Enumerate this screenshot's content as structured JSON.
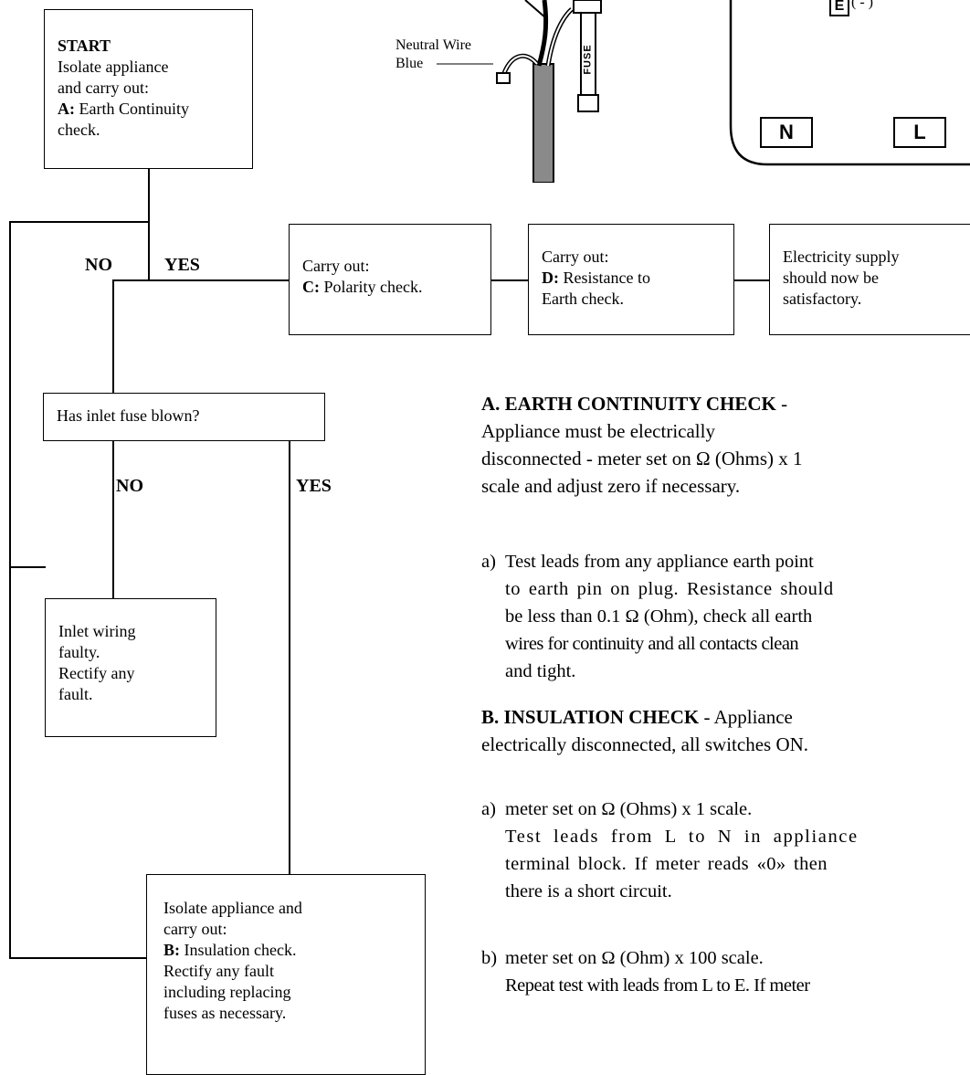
{
  "flow": {
    "start": {
      "title": "START",
      "l1": "Isolate appliance",
      "l2": "and carry out:",
      "l3_b": "A:",
      "l3": " Earth Continuity",
      "l4": "check."
    },
    "branch1_no": "NO",
    "branch1_yes": "YES",
    "polarity": {
      "l1": "Carry out:",
      "l2_b": "C:",
      "l2": " Polarity check."
    },
    "resistance": {
      "l1": "Carry out:",
      "l2_b": "D:",
      "l2": " Resistance to",
      "l3": "Earth check."
    },
    "supply": {
      "l1": "Electricity supply",
      "l2": "should now be",
      "l3": "satisfactory."
    },
    "fuse_question": "Has inlet fuse blown?",
    "branch2_no": "NO",
    "branch2_yes": "YES",
    "inlet": {
      "l1": "Inlet wiring",
      "l2": "faulty.",
      "l3": "Rectify any",
      "l4": "fault."
    },
    "insulation": {
      "l1": "Isolate appliance and",
      "l2": "carry out:",
      "l3_b": "B:",
      "l3": " Insulation check.",
      "l4": "Rectify any fault",
      "l5": "including replacing",
      "l6": "fuses as necessary."
    }
  },
  "plug_diagram": {
    "neutral_label_1": "Neutral Wire",
    "neutral_label_2": "Blue",
    "fuse_label": "FUSE",
    "terminal_e": "E",
    "terminal_n": "N",
    "terminal_l": "L"
  },
  "text": {
    "a_heading": "A. EARTH CONTINUITY CHECK",
    "a_heading_tail": " -",
    "a_p1": "Appliance must be electrically",
    "a_p2": "disconnected - meter set on Ω (Ohms) x 1",
    "a_p3": "scale and adjust zero if necessary.",
    "a_item_marker": "a)",
    "a_item_1": "Test leads from any appliance earth point",
    "a_item_2": "to earth pin on plug. Resistance should",
    "a_item_3": "be less than 0.1 Ω (Ohm), check all earth",
    "a_item_4": "wires for continuity and all contacts clean",
    "a_item_5": "and tight.",
    "b_heading": "B. INSULATION CHECK",
    "b_heading_tail": " - Appliance",
    "b_p2": "electrically disconnected, all switches ON.",
    "b_a_marker": "a)",
    "b_a_1": "meter set on Ω (Ohms) x 1 scale.",
    "b_a_2": "Test leads from L to N in appliance",
    "b_a_3": "terminal block. If meter reads «0» then",
    "b_a_4": "there is a short circuit.",
    "b_b_marker": "b)",
    "b_b_1": "meter set on Ω (Ohm) x 100 scale.",
    "b_b_2": "Repeat test with leads from L to E. If meter"
  }
}
